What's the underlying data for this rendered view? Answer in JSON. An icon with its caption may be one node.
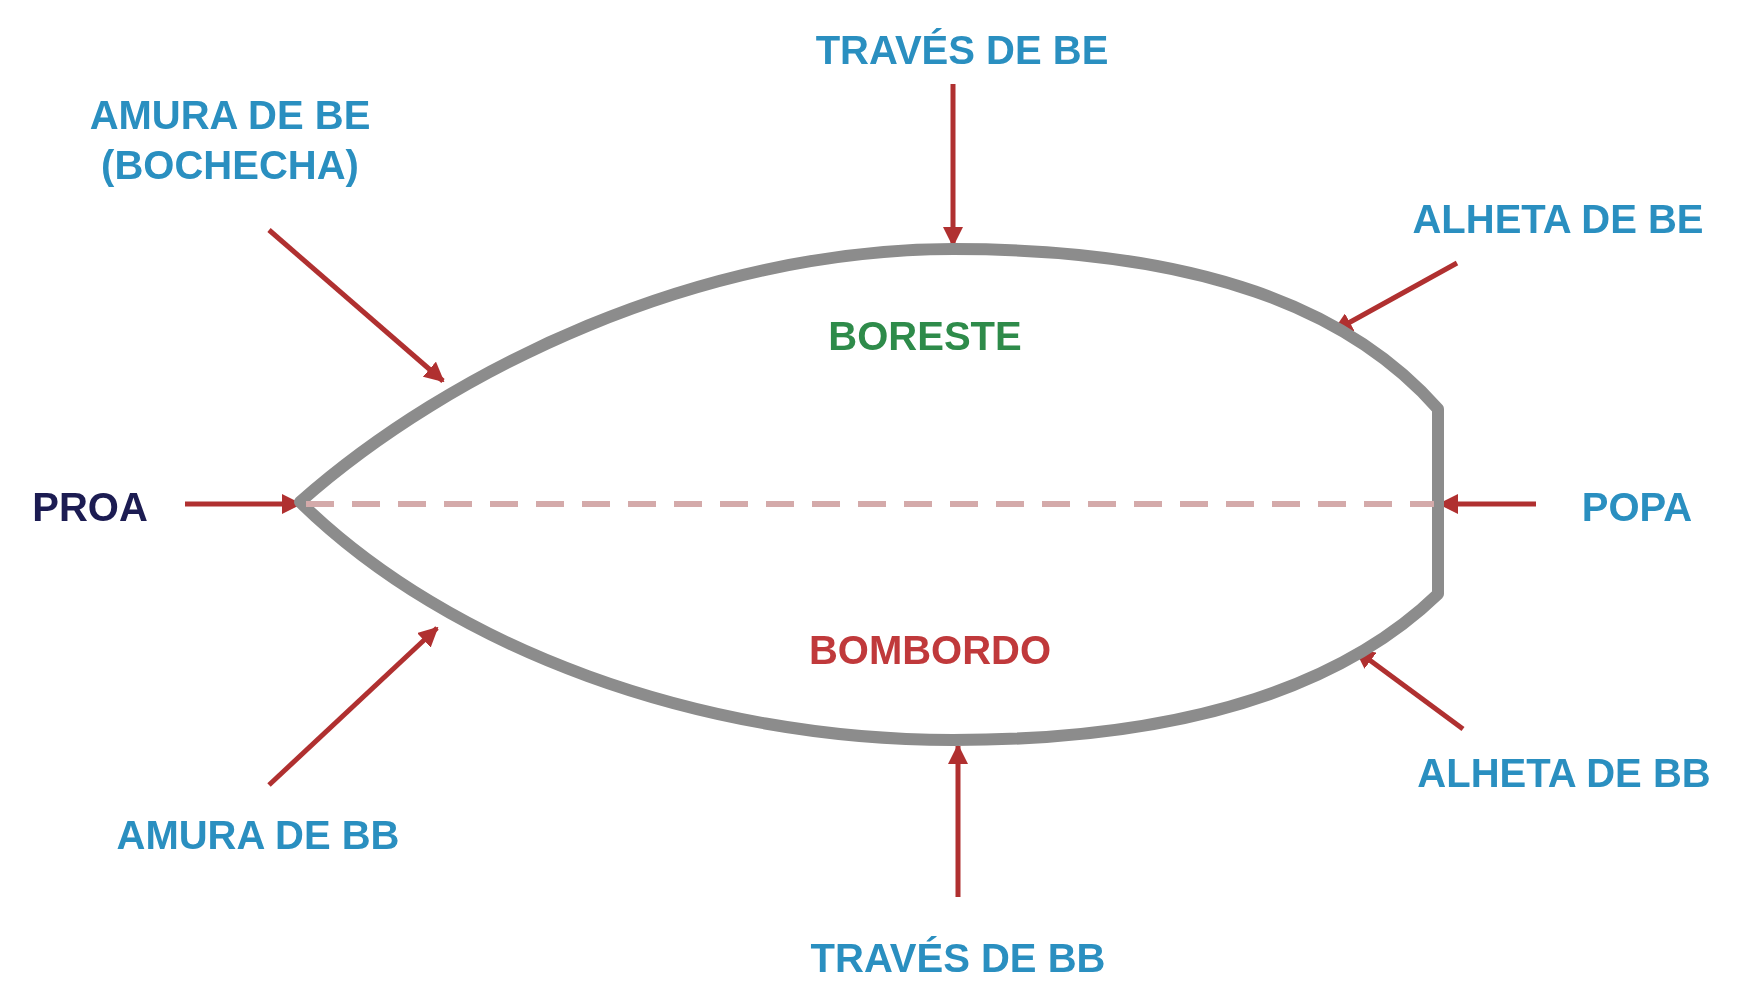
{
  "diagram": {
    "nodes": [
      {
        "text": [
          "TRAVÉS DE BE"
        ]
      },
      {
        "text": [
          "AMURA DE BE (BOCHECHA)"
        ]
      },
      {
        "text": [
          "ALHETA DE BE"
        ]
      },
      {
        "text": [
          "BORESTE",
          "BOMBORDO"
        ]
      },
      {
        "text": [
          "PROA"
        ]
      },
      {
        "text": [
          "POPA"
        ]
      },
      {
        "text": [
          "ALHETA DE BB"
        ]
      },
      {
        "text": [
          "AMURA DE BB"
        ]
      },
      {
        "text": [
          "TRAVÉS DE BB"
        ]
      }
    ],
    "edges": [
      {
        "from": 0,
        "to": 3,
        "arrow": "to"
      },
      {
        "from": 1,
        "to": 3,
        "arrow": "to"
      },
      {
        "from": 2,
        "to": 3,
        "arrow": "to"
      },
      {
        "from": 4,
        "to": 3,
        "arrow": "to"
      },
      {
        "from": 5,
        "to": 3,
        "arrow": "to"
      },
      {
        "from": 6,
        "to": 3,
        "arrow": "to"
      },
      {
        "from": 7,
        "to": 3,
        "arrow": "to"
      },
      {
        "from": 8,
        "to": 3,
        "arrow": "to"
      }
    ]
  }
}
